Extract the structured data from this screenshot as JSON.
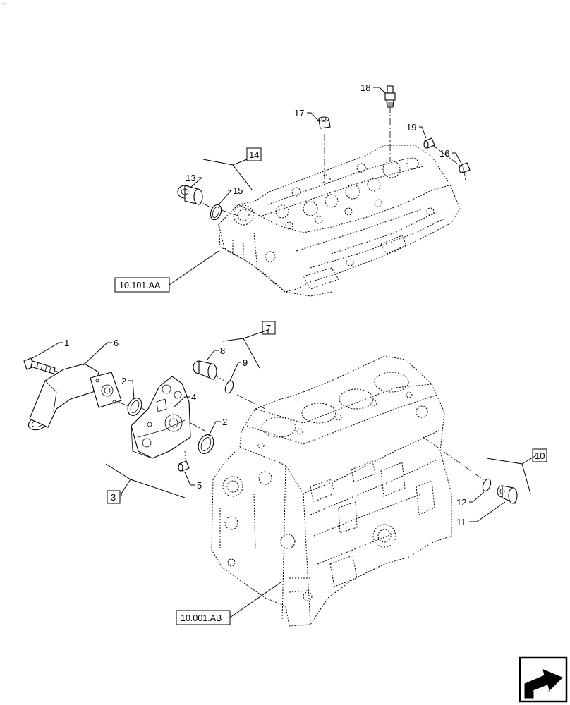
{
  "callouts": {
    "c1": "1",
    "c2a": "2",
    "c2b": "2",
    "c4": "4",
    "c5": "5",
    "c6": "6",
    "c8": "8",
    "c9": "9",
    "c11": "11",
    "c12": "12",
    "c13": "13",
    "c15": "15",
    "c16": "16",
    "c17": "17",
    "c18": "18",
    "c19": "19"
  },
  "boxes": {
    "b3": "3",
    "b7": "7",
    "b10": "10",
    "b14": "14"
  },
  "references": {
    "head": "10.101.AA",
    "block": "10.001.AB"
  },
  "icons": {
    "nav": "next-page-arrow-icon"
  }
}
